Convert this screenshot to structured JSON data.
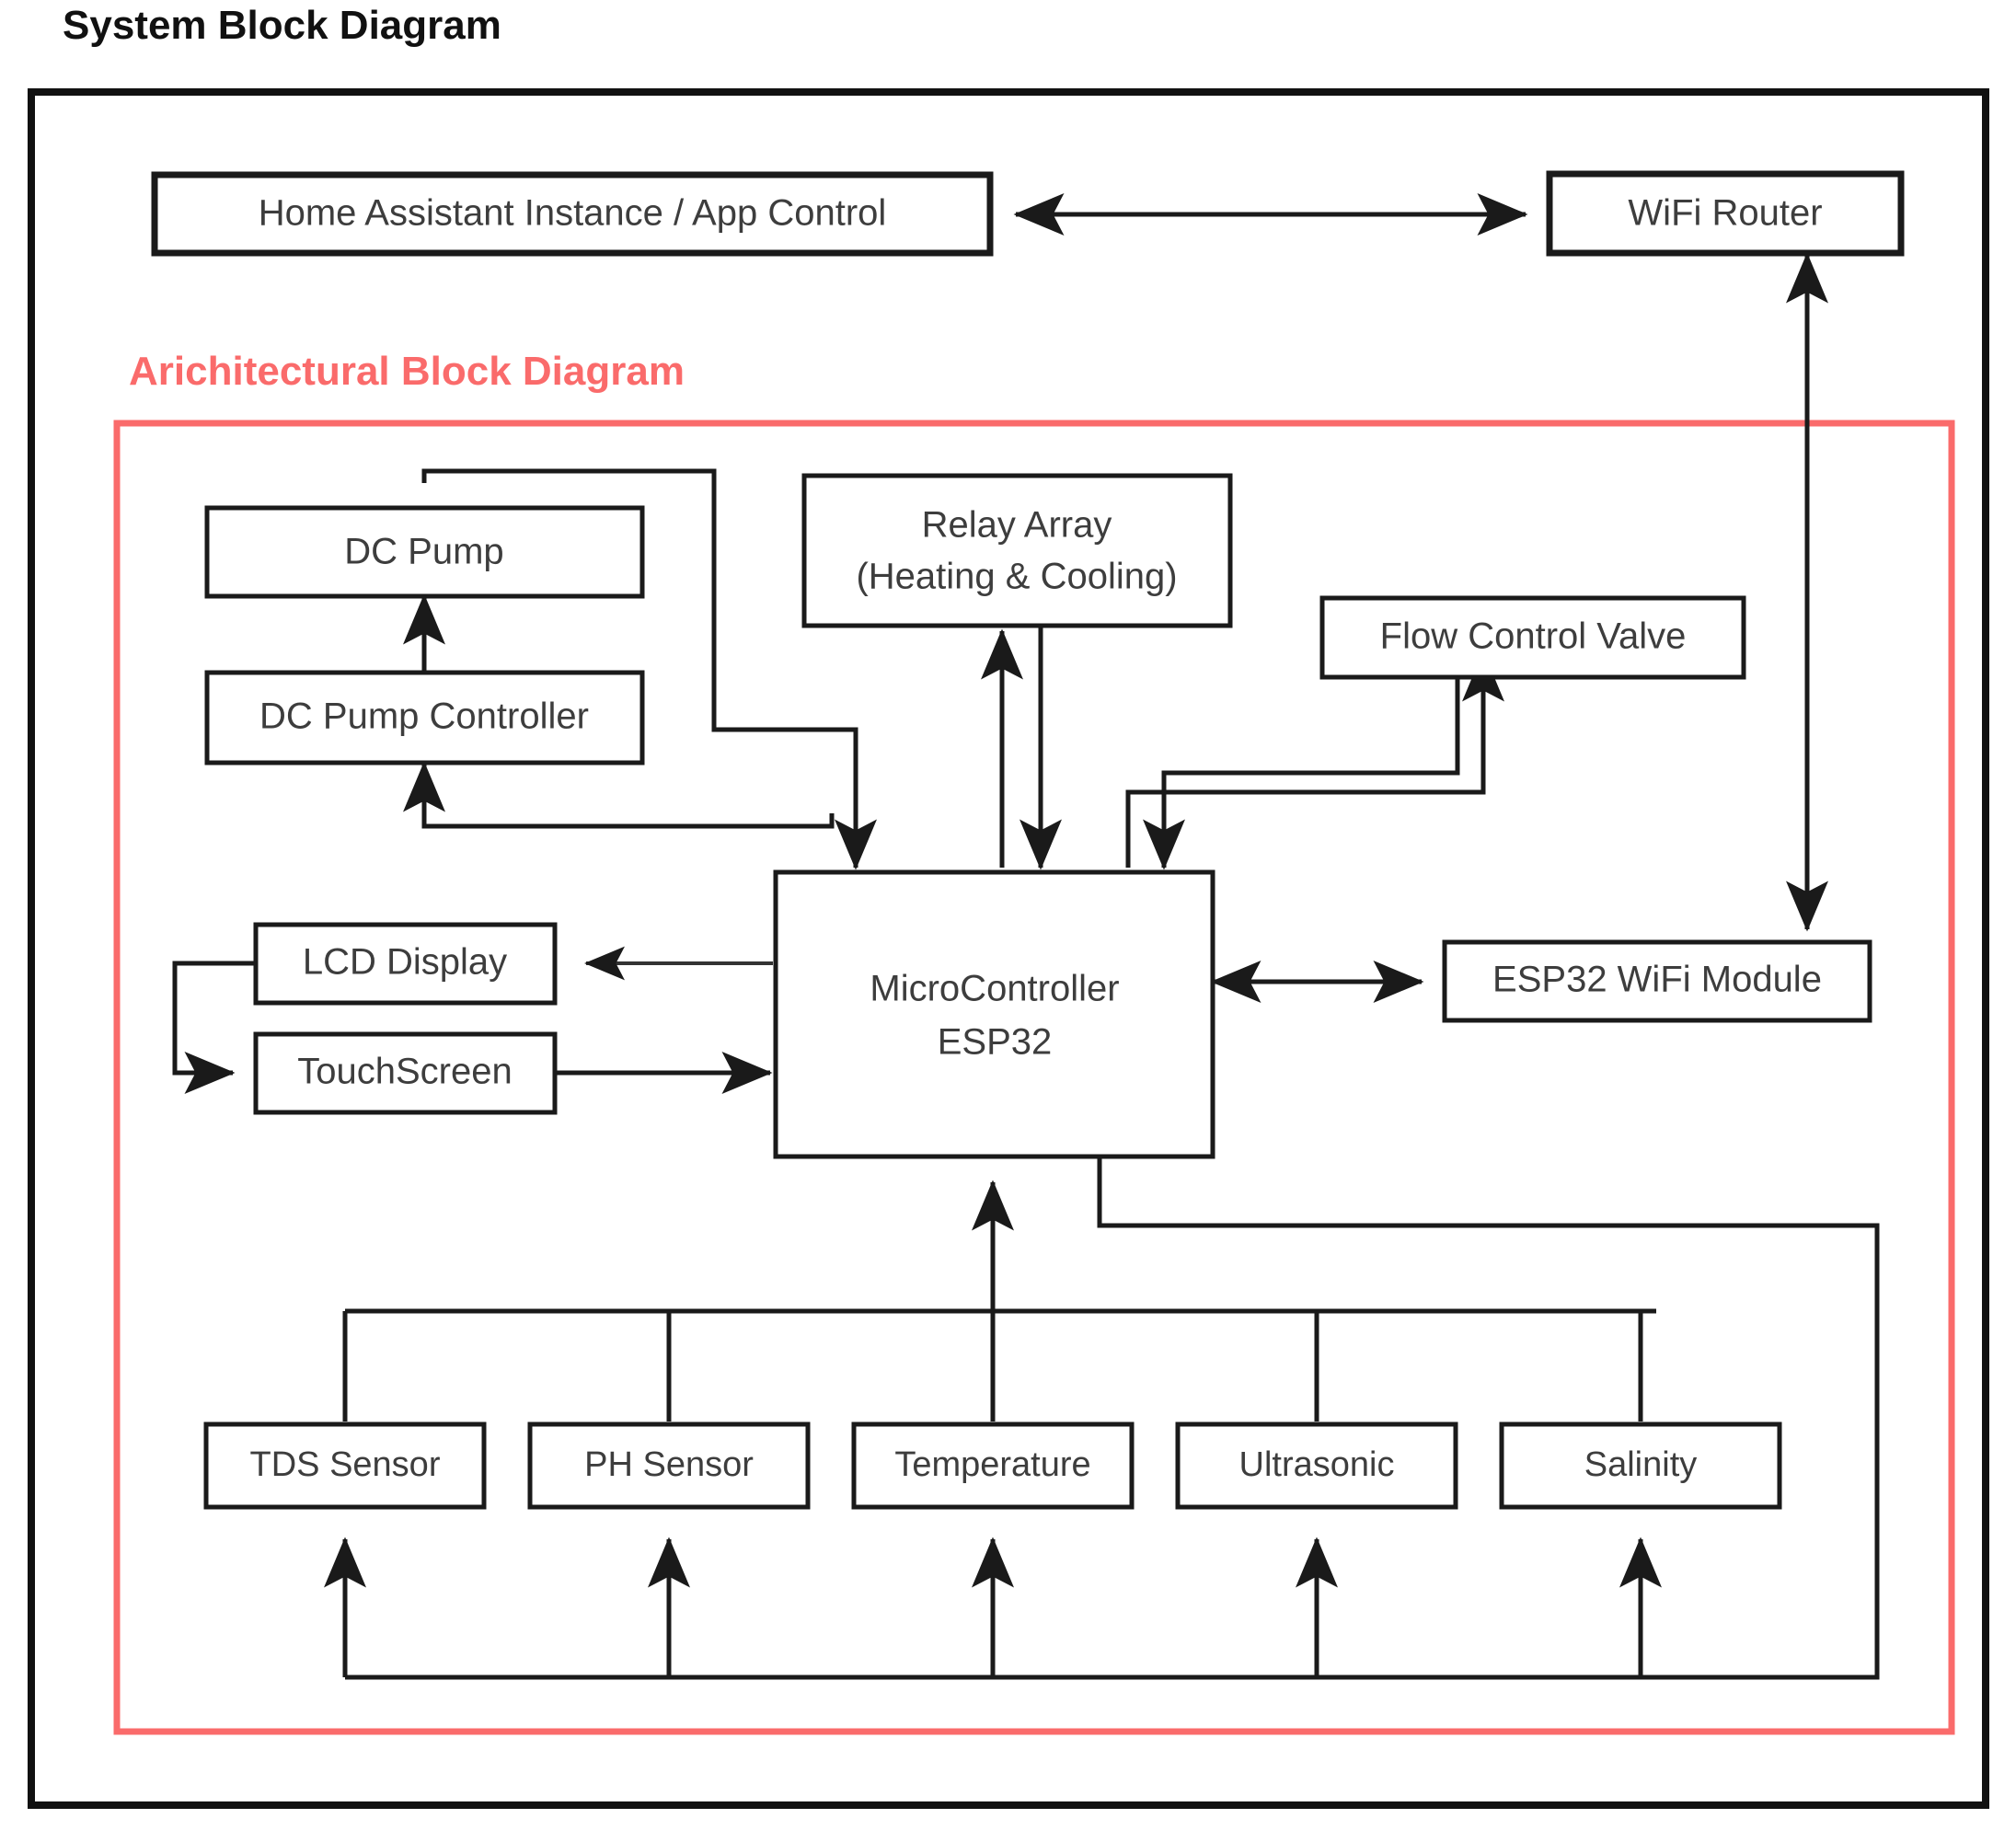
{
  "page": {
    "title": "System Block Diagram",
    "section_title": "Arichitectural Block Diagram",
    "accent_color": "#fa6b6b",
    "line_color": "#1a1a1a",
    "frame_color": "#111111",
    "background": "#ffffff"
  },
  "blocks": {
    "home_assistant": "Home Assistant Instance / App Control",
    "wifi_router": "WiFi Router",
    "dc_pump": "DC Pump",
    "dc_pump_controller": "DC Pump Controller",
    "relay_array_line1": "Relay Array",
    "relay_array_line2": "(Heating & Cooling)",
    "flow_control_valve": "Flow Control Valve",
    "lcd_display": "LCD Display",
    "touchscreen": "TouchScreen",
    "microcontroller_line1": "MicroController",
    "microcontroller_line2": "ESP32",
    "esp32_wifi_module": "ESP32 WiFi Module"
  },
  "sensors": [
    {
      "label": "TDS Sensor"
    },
    {
      "label": "PH Sensor"
    },
    {
      "label": "Temperature"
    },
    {
      "label": "Ultrasonic"
    },
    {
      "label": "Salinity"
    }
  ],
  "connections": [
    {
      "from": "Home Assistant Instance / App Control",
      "to": "WiFi Router",
      "type": "bidirectional"
    },
    {
      "from": "WiFi Router",
      "to": "ESP32 WiFi Module",
      "type": "bidirectional"
    },
    {
      "from": "ESP32 WiFi Module",
      "to": "MicroController ESP32",
      "type": "bidirectional"
    },
    {
      "from": "DC Pump Controller",
      "to": "DC Pump",
      "type": "directed"
    },
    {
      "from": "MicroController ESP32",
      "to": "DC Pump Controller",
      "type": "directed"
    },
    {
      "from": "DC Pump",
      "to": "MicroController ESP32",
      "type": "directed"
    },
    {
      "from": "MicroController ESP32",
      "to": "Relay Array (Heating & Cooling)",
      "type": "directed"
    },
    {
      "from": "Relay Array (Heating & Cooling)",
      "to": "MicroController ESP32",
      "type": "directed"
    },
    {
      "from": "MicroController ESP32",
      "to": "Flow Control Valve",
      "type": "directed"
    },
    {
      "from": "Flow Control Valve",
      "to": "MicroController ESP32",
      "type": "directed"
    },
    {
      "from": "MicroController ESP32",
      "to": "LCD Display",
      "type": "directed"
    },
    {
      "from": "TouchScreen",
      "to": "MicroController ESP32",
      "type": "directed"
    },
    {
      "from": "LCD Display",
      "to": "TouchScreen",
      "type": "directed"
    },
    {
      "from": "Sensor bus",
      "to": "MicroController ESP32",
      "type": "directed"
    },
    {
      "from": "MicroController ESP32",
      "to": "Sensor power bus",
      "type": "directed"
    }
  ]
}
